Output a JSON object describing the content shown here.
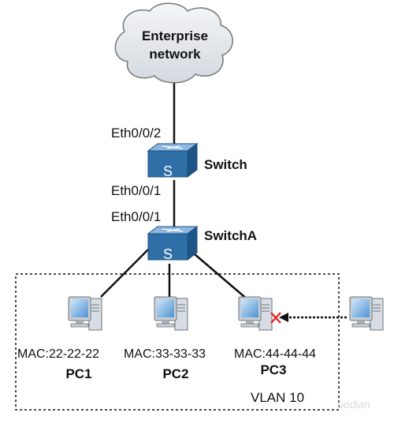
{
  "cloud": {
    "line1": "Enterprise",
    "line2": "network"
  },
  "switch": {
    "name": "Switch",
    "port_top": "Eth0/0/2",
    "port_bottom": "Eth0/0/1",
    "icon_letter": "S"
  },
  "switch_a": {
    "name": "SwitchA",
    "port_top": "Eth0/0/1",
    "icon_letter": "S"
  },
  "pcs": [
    {
      "mac": "MAC:22-22-22",
      "name": "PC1"
    },
    {
      "mac": "MAC:33-33-33",
      "name": "PC2"
    },
    {
      "mac": "MAC:44-44-44",
      "name": "PC3"
    }
  ],
  "vlan_label": "VLAN 10",
  "watermark": "uodian",
  "colors": {
    "switch_blue": "#2e6fa8",
    "blocked_x": "#e53030",
    "line": "#111111"
  }
}
